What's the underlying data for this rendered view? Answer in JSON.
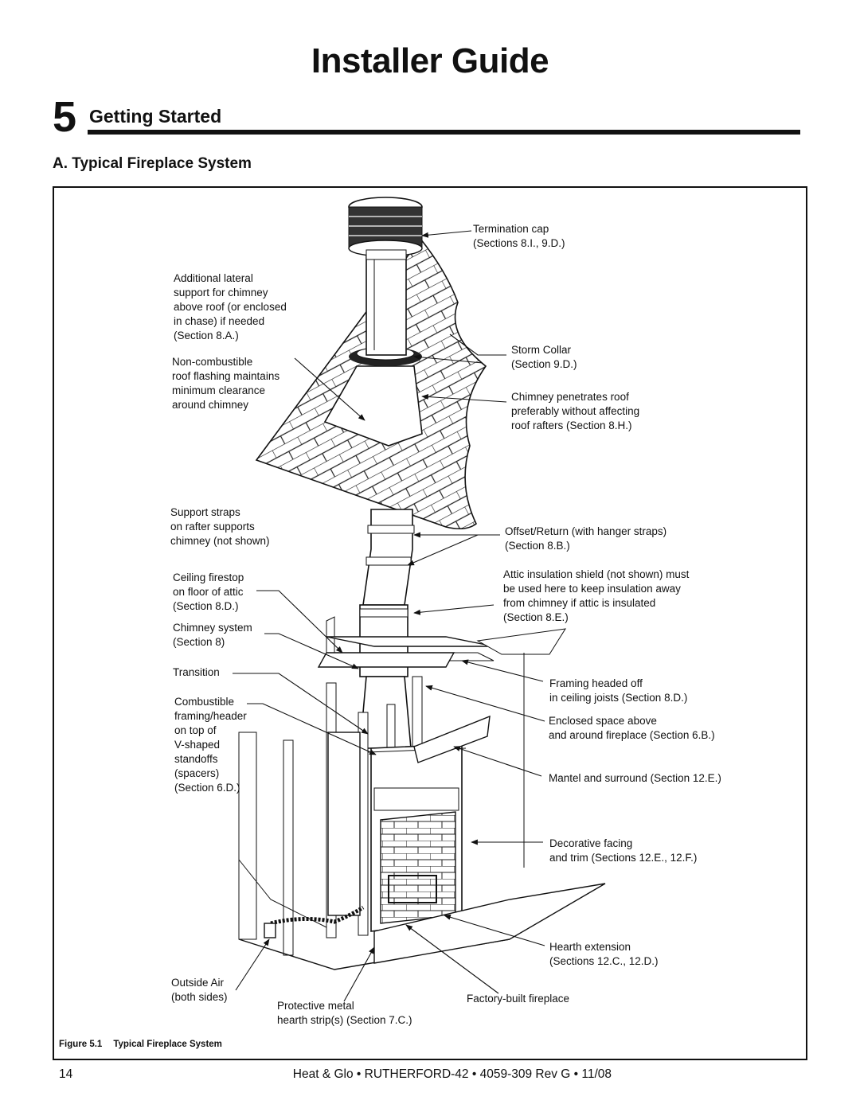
{
  "header": {
    "title": "Installer Guide",
    "section_number": "5",
    "section_title": "Getting Started",
    "subsection_title": "A. Typical Fireplace System"
  },
  "figure": {
    "labels": {
      "termination_cap": "Termination cap\n(Sections 8.I., 9.D.)",
      "additional_support": "Additional lateral\nsupport for chimney\nabove roof (or enclosed\nin chase) if needed\n(Section 8.A.)",
      "roof_flashing": "Non-combustible\nroof flashing maintains\nminimum clearance\naround chimney",
      "storm_collar": "Storm Collar\n(Section 9.D.)",
      "chimney_penetrates": "Chimney penetrates roof\npreferably without affecting\nroof rafters (Section 8.H.)",
      "support_straps": "Support straps\non rafter supports\nchimney (not shown)",
      "offset_return": "Offset/Return (with hanger straps)\n(Section 8.B.)",
      "ceiling_firestop": "Ceiling firestop\non floor of attic\n(Section 8.D.)",
      "attic_shield": "Attic insulation shield (not shown) must\nbe used here to keep insulation away\nfrom chimney if attic is insulated\n(Section 8.E.)",
      "chimney_system": "Chimney system\n(Section 8)",
      "transition": "Transition",
      "framing_headed": "Framing headed off\nin ceiling joists (Section 8.D.)",
      "combustible_framing": "Combustible\nframing/header\non top of\nV-shaped\nstandoffs\n(spacers)\n(Section 6.D.)",
      "enclosed_space": "Enclosed space above\nand around fireplace (Section 6.B.)",
      "mantel_surround": "Mantel and surround (Section 12.E.)",
      "decorative_facing": "Decorative facing\nand trim (Sections 12.E., 12.F.)",
      "hearth_extension": "Hearth extension\n(Sections 12.C., 12.D.)",
      "outside_air": "Outside Air\n(both sides)",
      "protective_metal": "Protective metal\nhearth strip(s) (Section 7.C.)",
      "factory_built": "Factory-built fireplace"
    },
    "caption_number": "Figure 5.1",
    "caption_title": "Typical Fireplace System"
  },
  "footer": {
    "page_number": "14",
    "doc_info": "Heat & Glo • RUTHERFORD-42 • 4059-309 Rev G • 11/08"
  }
}
